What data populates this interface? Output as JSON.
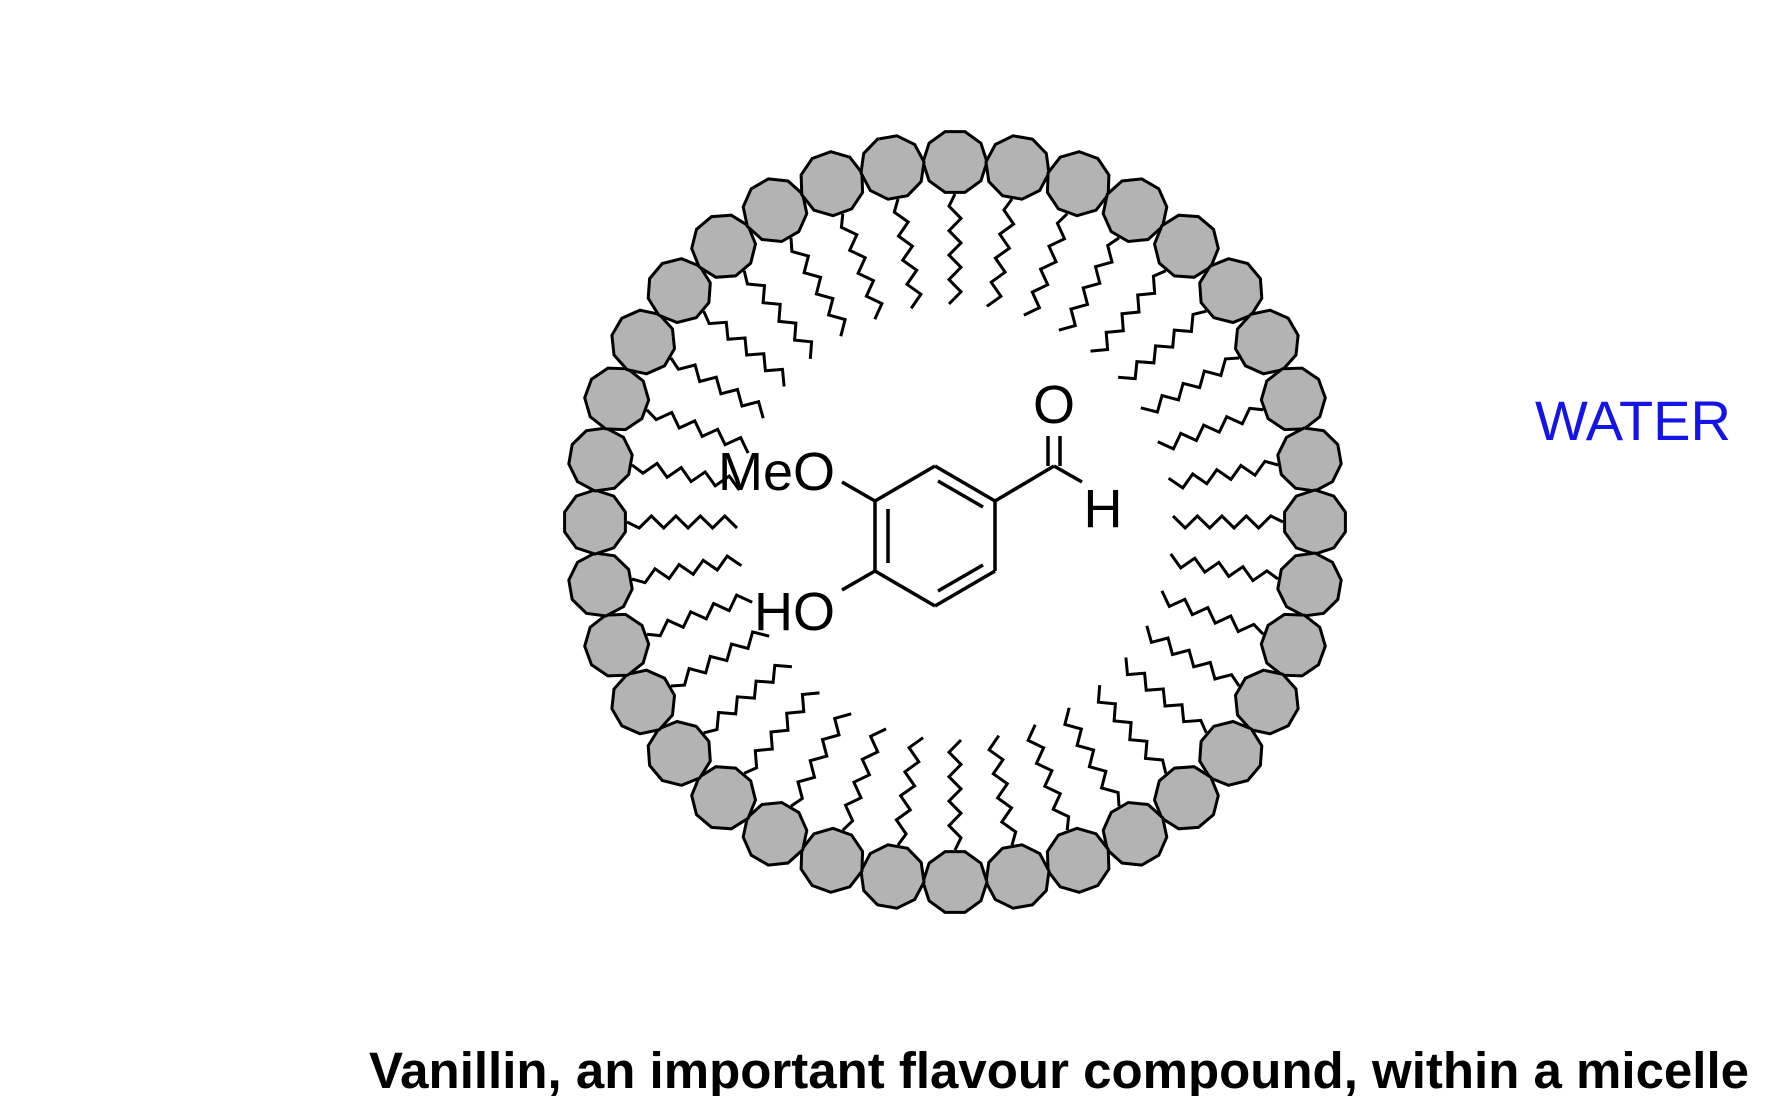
{
  "labels": {
    "methoxy": "MeO",
    "hydroxy": "HO",
    "carbonyl_oxygen": "O",
    "aldehyde_hydrogen": "H",
    "solvent": "WATER"
  },
  "caption": "Vanillin, an important flavour compound, within a micelle",
  "micelle": {
    "surfactant_count": 36,
    "head_shape": "decagon"
  },
  "colors": {
    "head_fill": "#b3b3b3",
    "outline": "#000000",
    "solvent_label": "#1414e6"
  }
}
